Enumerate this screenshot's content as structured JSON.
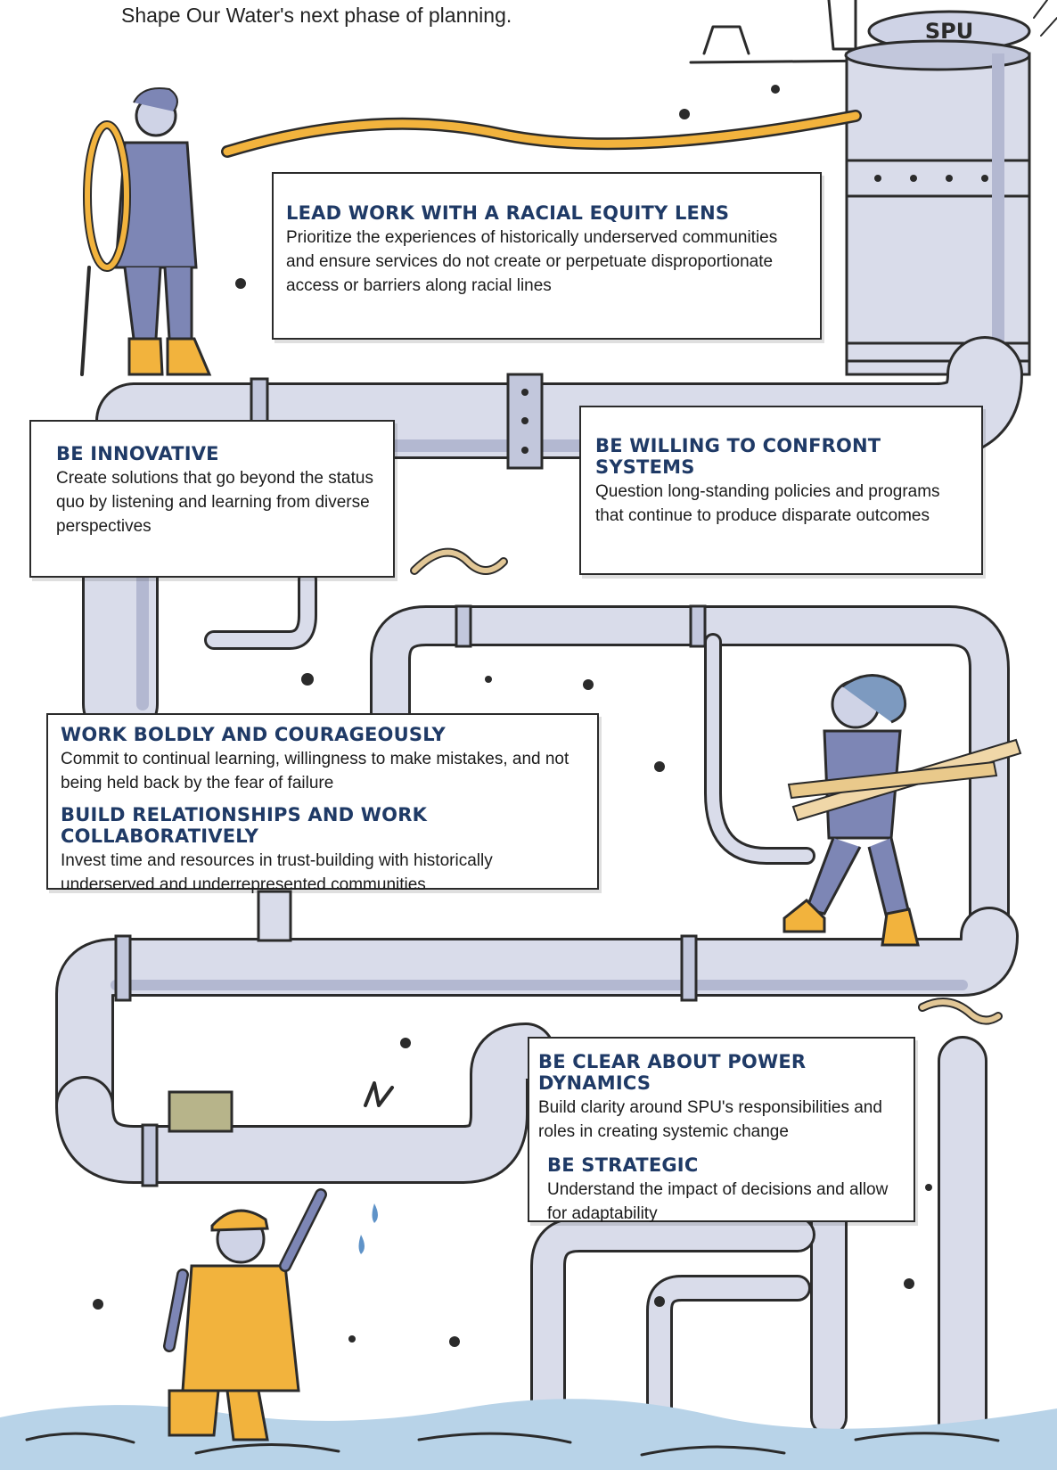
{
  "intro_text": "Shape Our Water's next phase of planning.",
  "manhole_label": "SPU",
  "colors": {
    "heading": "#1f3a66",
    "pipe_fill": "#d9dcea",
    "pipe_shade": "#b3b8d1",
    "figure_clothes": "#7d86b5",
    "boots_hose": "#f2b33d",
    "water": "#b8d3e8"
  },
  "principles": [
    {
      "title": "LEAD WORK WITH A RACIAL EQUITY LENS",
      "text": "Prioritize the experiences of historically underserved communities and ensure services do not create or perpetuate disproportionate access or barriers along racial lines"
    },
    {
      "title": "BE INNOVATIVE",
      "text": "Create solutions that go beyond the status quo by listening and learning from diverse perspectives"
    },
    {
      "title": "BE WILLING TO CONFRONT SYSTEMS",
      "text": "Question long-standing policies and programs that continue to produce disparate outcomes"
    },
    {
      "title": "WORK BOLDLY AND COURAGEOUSLY",
      "text": "Commit to continual learning, willingness to make mistakes, and not being held back by the fear of failure"
    },
    {
      "title": "BUILD RELATIONSHIPS AND WORK COLLABORATIVELY",
      "text": "Invest time and resources in trust-building with historically underserved and underrepresented communities"
    },
    {
      "title": "BE CLEAR ABOUT POWER DYNAMICS",
      "text": "Build clarity around SPU's responsibilities and roles in creating systemic change"
    },
    {
      "title": "BE STRATEGIC",
      "text": "Understand the impact of decisions and allow for adaptability"
    }
  ]
}
